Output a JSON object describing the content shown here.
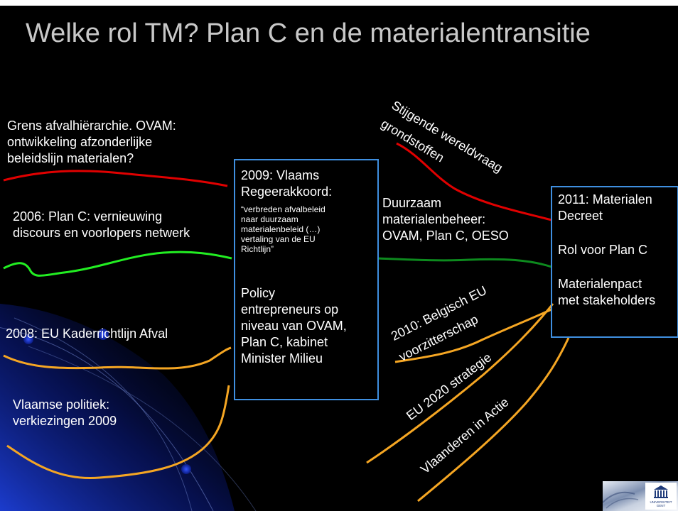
{
  "title": "Welke rol TM? Plan C en de materialentransitie",
  "colors": {
    "background": "#000000",
    "box_border": "#3f8fe0",
    "line_red": "#e00000",
    "line_green": "#22ee22",
    "line_darkgreen": "#0d8a1e",
    "line_orange": "#f5a623",
    "title_text": "#c8c8c8"
  },
  "left": {
    "grens": [
      "Grens afvalhiërarchie. OVAM:",
      "ontwikkeling afzonderlijke",
      "beleidslijn materialen?"
    ],
    "plan_c": [
      "2006: Plan C: vernieuwing",
      "discours en voorlopers netwerk"
    ],
    "eu_kader": "2008: EU Kaderrichtlijn Afval",
    "vlaamse": [
      "Vlaamse politiek:",
      "verkiezingen 2009"
    ]
  },
  "center_box": {
    "heading": [
      "2009: Vlaams",
      "Regeerakkoord:"
    ],
    "quote": [
      "“verbreden afvalbeleid",
      "naar duurzaam",
      "materialenbeleid (…)",
      "vertaling van de EU",
      "Richtlijn”"
    ],
    "policy": [
      "Policy",
      "entrepreneurs op",
      "niveau van  OVAM,",
      "Plan C, kabinet",
      "Minister Milieu"
    ]
  },
  "middle": {
    "stijgende": [
      "Stijgende wereldvraag",
      "grondstoffen"
    ],
    "duurzaam": [
      "Duurzaam",
      "materialenbeheer:",
      "OVAM, Plan C, OESO"
    ],
    "belgisch": [
      "2010: Belgisch EU",
      "voorzitterschap"
    ],
    "eu2020": "EU 2020 strategie",
    "vlaanderen": "Vlaanderen in Actie"
  },
  "right_box": {
    "heading": [
      "2011: Materialen",
      "Decreet"
    ],
    "rol": "Rol voor Plan C",
    "pact": [
      "Materialenpact",
      "met stakeholders"
    ]
  },
  "logo": {
    "text": [
      "UNIVERSITEIT",
      "GENT"
    ],
    "icon": "ghent-university-logo-icon"
  }
}
